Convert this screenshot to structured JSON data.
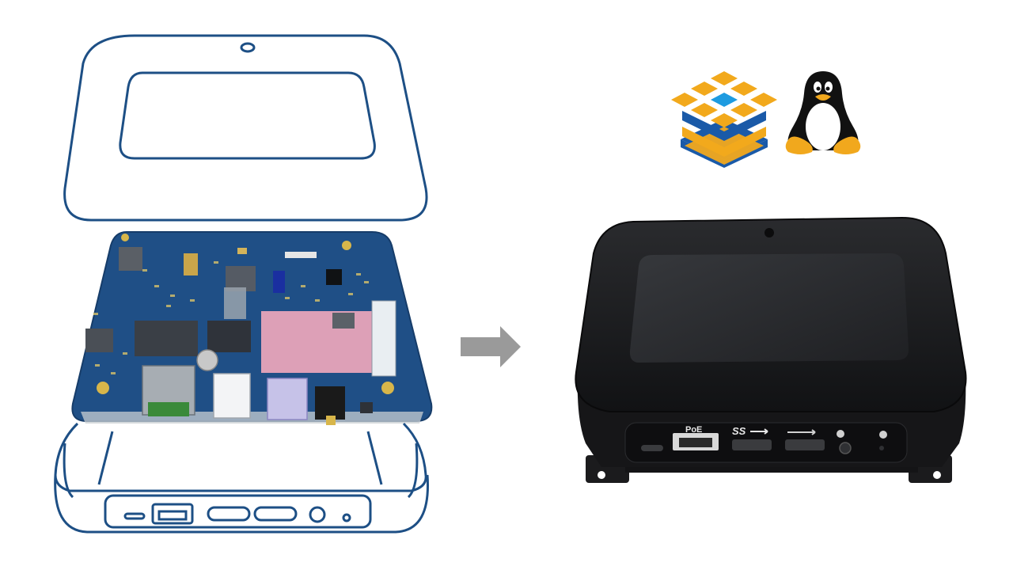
{
  "device_panel": {
    "port_labels": {
      "poe": "PoE",
      "usb3": "SS"
    }
  },
  "colors": {
    "line_art": "#1d4f85",
    "pcb": "#1f4f86",
    "pcb_highlight": "#f2a9bd",
    "arrow": "#9a9a9a",
    "device_body": "#1b1b1d",
    "logo_orange": "#f2a91c",
    "logo_blue": "#1a5aa8",
    "logo_cyan": "#1e9be0",
    "tux_black": "#111111",
    "tux_orange": "#f1a81d"
  },
  "icons": [
    "exploded-enclosure-illustration",
    "pcb-board",
    "arrow-right-icon",
    "stacked-cubes-logo",
    "tux-penguin-logo",
    "assembled-device-photo"
  ]
}
